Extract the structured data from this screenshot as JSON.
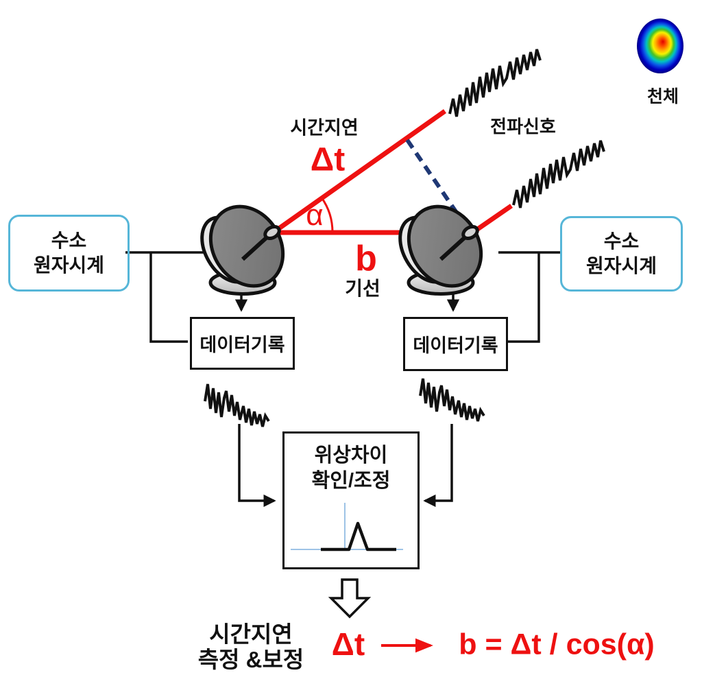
{
  "colors": {
    "accent_red": "#ee1111",
    "clock_box_border_blue": "#56b6d8",
    "dashed_wavefront_navy": "#1f3875",
    "diagram_black": "#111111",
    "plot_axis_blue": "#9dc3e6"
  },
  "sky": {
    "source_label": "천체",
    "signal_label": "전파신호"
  },
  "geometry": {
    "time_delay_label": "시간지연",
    "time_delay_symbol": "Δt",
    "angle_symbol": "α",
    "baseline_symbol": "b",
    "baseline_label": "기선"
  },
  "clocks": {
    "left": {
      "line1": "수소",
      "line2": "원자시계"
    },
    "right": {
      "line1": "수소",
      "line2": "원자시계"
    }
  },
  "recorders": {
    "left_label": "데이터기록",
    "right_label": "데이터기록"
  },
  "correlator": {
    "line1": "위상차이",
    "line2": "확인/조정"
  },
  "output": {
    "caption_line1": "시간지연",
    "caption_line2": "측정 &보정",
    "delta_t": "Δt",
    "formula": "b = Δt / cos(α)"
  }
}
